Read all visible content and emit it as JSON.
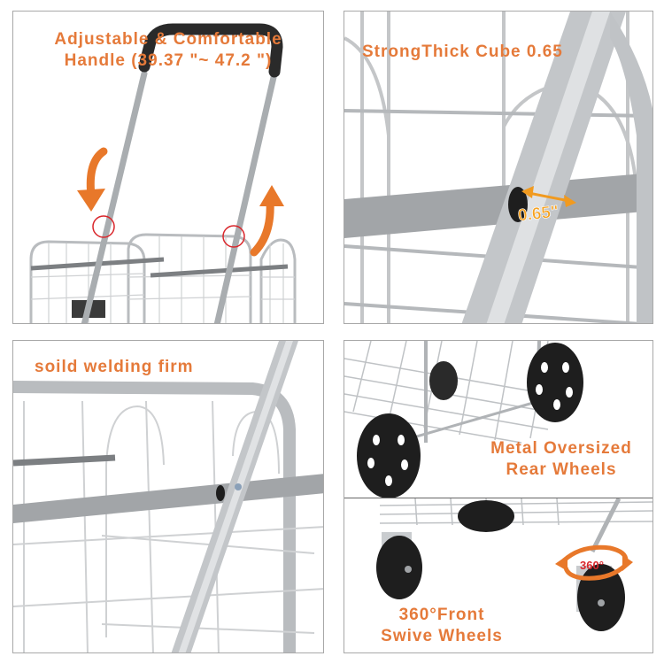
{
  "colors": {
    "accent_text": "#e57a3a",
    "arrow_orange": "#e8782a",
    "highlight_circle": "#d9262b",
    "metal": "#c8cacc",
    "metal_dark": "#8e9194",
    "rubber": "#1e1e1e",
    "border": "#a8a8a8"
  },
  "panels": [
    {
      "id": "handle",
      "caption_lines": [
        "Adjustable & Comfortable",
        "Handle (39.37 \"~ 47.2 \")"
      ],
      "icons": [
        "rotate-down-arrow-icon",
        "rotate-up-arrow-icon",
        "highlight-circle-icon"
      ]
    },
    {
      "id": "tube",
      "caption_lines": [
        "StrongThick Cube 0.65"
      ],
      "measurement_label": "0.65\"",
      "icons": [
        "double-arrow-measure-icon"
      ]
    },
    {
      "id": "welding",
      "caption_lines": [
        "soild welding firm"
      ]
    },
    {
      "id": "rear-wheels",
      "caption_lines": [
        "Metal Oversized",
        "Rear Wheels"
      ]
    },
    {
      "id": "front-wheels",
      "caption_lines": [
        "360°Front",
        "Swive Wheels"
      ],
      "rotation_label": "360°",
      "icons": [
        "rotate-360-arrow-icon"
      ]
    }
  ]
}
